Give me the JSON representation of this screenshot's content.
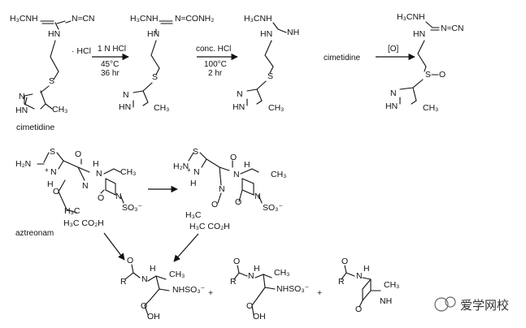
{
  "row1": {
    "h3cnh": "H₃CNH",
    "cn": "N≈CN",
    "conh2": "N≈CONH₂",
    "hn": "HN",
    "nh": "NH",
    "s": "S",
    "o": "O",
    "hcl": "· HCl",
    "n_ring": "N",
    "hn_ring": "HN",
    "ch3": "CH₃",
    "name": "cimetidine",
    "arrow1": {
      "top": "1 N HCl",
      "temp": "45°C",
      "time": "36 hr"
    },
    "arrow2": {
      "top": "conc. HCl",
      "temp": "100°C",
      "time": "2 hr"
    },
    "arrow3": {
      "substrate": "cimetidine",
      "top": "[O]"
    }
  },
  "row2": {
    "h2n": "H₂N",
    "s": "S",
    "plus": "+",
    "n": "N",
    "h": "H",
    "o": "O",
    "ch3": "CH₃",
    "so3": "SO₃⁻",
    "h3c": "H₃C",
    "h3c_co2h": "H₃C CO₂H",
    "name": "aztreonam"
  },
  "products": {
    "o": "O",
    "r": "R",
    "n": "N",
    "h": "H",
    "ch3": "CH₃",
    "nhso3": "NHSO₃⁻",
    "oh": "OH",
    "nh": "NH",
    "plus": "+"
  },
  "watermark": {
    "text": "爱学网校"
  }
}
